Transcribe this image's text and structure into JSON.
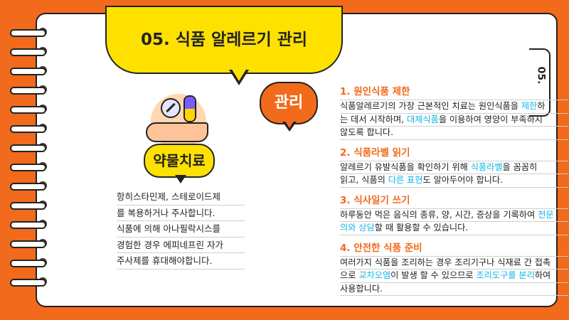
{
  "title": "05. 식품 알레르기 관리",
  "tab_label": "05.",
  "treatment_label": "관리",
  "drug": {
    "badge": "약물치료",
    "lines": [
      "항히스타민제, 스테로이드제",
      "를 복용하거나 주사합니다.",
      "식품에 의해 아나필락시스를",
      "경험한 경우 에피네프린 자가",
      "주사제를 휴대해야합니다."
    ]
  },
  "sections": [
    {
      "heading": "1. 원인식품 제한",
      "lines": [
        [
          {
            "t": "식품알레르기의 가장 근본적인 치료는 원인식품을 "
          },
          {
            "t": "제한",
            "h": true
          },
          {
            "t": "하"
          }
        ],
        [
          {
            "t": "는 데서 시작하며, "
          },
          {
            "t": "대체식품",
            "h": true
          },
          {
            "t": "을 이용하여 영양이 부족하지"
          }
        ],
        [
          {
            "t": "않도록 합니다."
          }
        ]
      ]
    },
    {
      "heading": "2. 식품라벨 읽기",
      "lines": [
        [
          {
            "t": "알레르기 유발식품을 확인하기 위해 "
          },
          {
            "t": "식품라벨",
            "h": true
          },
          {
            "t": "을 꼼꼼히"
          }
        ],
        [
          {
            "t": "읽고, 식품의 "
          },
          {
            "t": "다른 표현",
            "h": true
          },
          {
            "t": "도 알아두어야 합니다."
          }
        ]
      ]
    },
    {
      "heading": "3. 식사일기 쓰기",
      "lines": [
        [
          {
            "t": "하루동안 먹은 음식의 종류, 양, 시간, 증상을 기록하여 "
          },
          {
            "t": "전문",
            "h": true
          }
        ],
        [
          {
            "t": "의와 상담",
            "h": true
          },
          {
            "t": "할 때 활용할 수 있습니다."
          }
        ]
      ]
    },
    {
      "heading": "4. 안전한 식품 준비",
      "lines": [
        [
          {
            "t": "여러가지 식품을 조리하는 경우 조리기구나 식재료 간 접촉"
          }
        ],
        [
          {
            "t": "으로 "
          },
          {
            "t": "교차오염",
            "h": true
          },
          {
            "t": "이 발생 할 수 있으므로 "
          },
          {
            "t": "조리도구를 분리",
            "h": true
          },
          {
            "t": "하여"
          }
        ],
        [
          {
            "t": "사용합니다."
          }
        ]
      ]
    }
  ],
  "colors": {
    "accent": "#f26a1b",
    "yellow": "#ffe100",
    "highlight": "#13b6e8"
  }
}
